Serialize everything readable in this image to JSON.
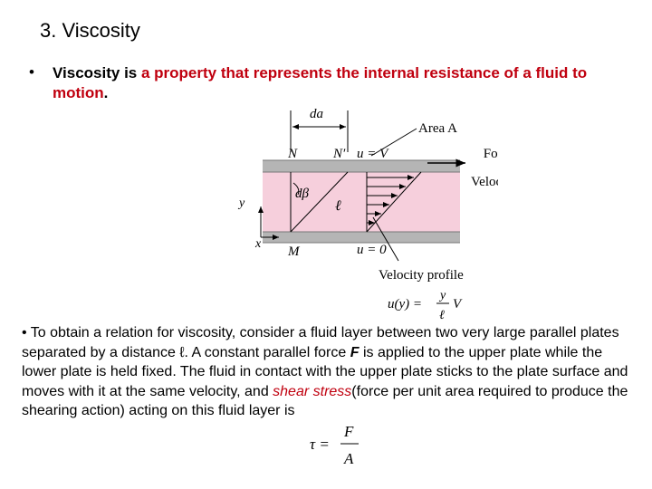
{
  "slide": {
    "title": "3. Viscosity",
    "bullet_symbol": "•",
    "bullet1": {
      "prefix": "Viscosity is ",
      "highlight": "a property that represents the internal resistance of a fluid to motion",
      "suffix": "."
    },
    "paragraph": {
      "part1": "• To obtain a relation for viscosity, consider a fluid layer between two very large parallel plates separated by a distance ℓ. A constant parallel force ",
      "force_symbol": "F",
      "part2": " is applied to the upper plate while the lower plate is held fixed. The fluid in contact with the upper plate sticks to the plate surface and moves with it at the same velocity, and ",
      "highlight": "shear stress",
      "part3": "(force per unit area required to produce the shearing action) acting on this fluid layer is"
    }
  },
  "figure": {
    "da": "da",
    "area": "Area A",
    "N": "N",
    "N_prime": "N′",
    "u_top": "u = V",
    "force": "Force F",
    "velocity": "Velocity V",
    "dbeta": "dβ",
    "ell": "ℓ",
    "y_axis": "y",
    "x_axis": "x",
    "M": "M",
    "u_bottom": "u = 0",
    "profile_label": "Velocity profile",
    "profile_lhs": "u(y) =",
    "profile_num": "y",
    "profile_den": "ℓ",
    "profile_V": "V",
    "colors": {
      "fluid": "#f6cfdc",
      "plate": "#b5b5b5"
    }
  },
  "formula": {
    "lhs": "τ =",
    "num": "F",
    "den": "A"
  }
}
